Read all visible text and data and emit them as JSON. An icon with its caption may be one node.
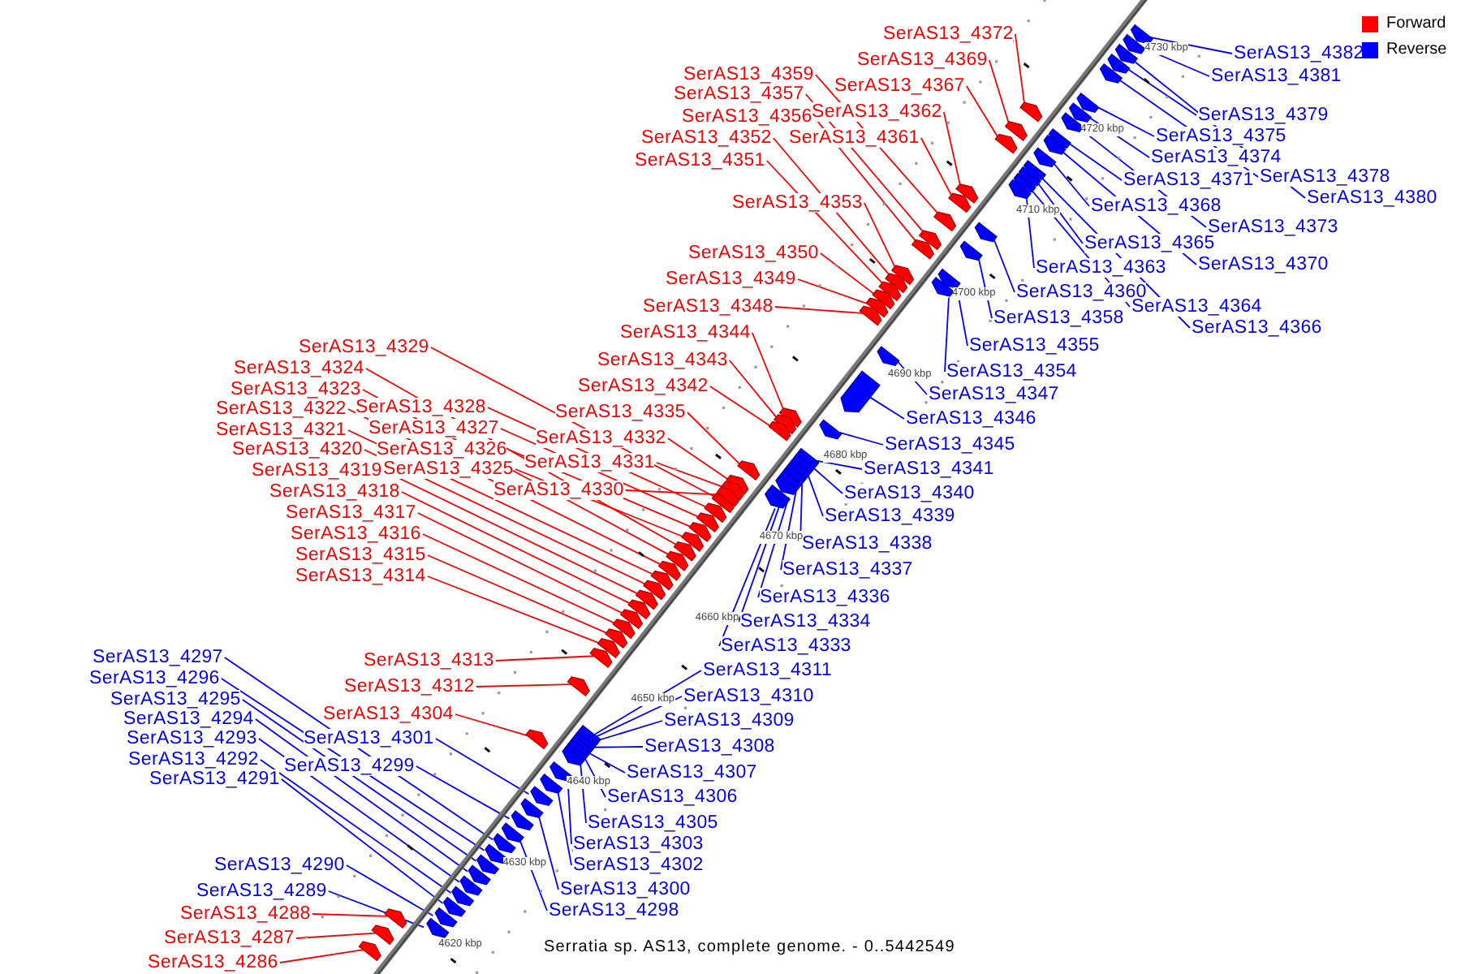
{
  "diagram": {
    "caption": "Serratia sp. AS13, complete genome. - 0..5442549",
    "nodes": [
      {
        "text": [
          "SerAS13_4372"
        ]
      },
      {
        "text": [
          "SerAS13_4369"
        ]
      },
      {
        "text": [
          "SerAS13_4367"
        ]
      },
      {
        "text": [
          "SerAS13_4359"
        ]
      },
      {
        "text": [
          "SerAS13_4357"
        ]
      },
      {
        "text": [
          "SerAS13_4356"
        ]
      },
      {
        "text": [
          "SerAS13_4362"
        ]
      },
      {
        "text": [
          "SerAS13_4352"
        ]
      },
      {
        "text": [
          "SerAS13_4361"
        ]
      },
      {
        "text": [
          "SerAS13_4351"
        ]
      },
      {
        "text": [
          "SerAS13_4353"
        ]
      },
      {
        "text": [
          "SerAS13_4350"
        ]
      },
      {
        "text": [
          "SerAS13_4349"
        ]
      },
      {
        "text": [
          "SerAS13_4348"
        ]
      },
      {
        "text": [
          "SerAS13_4344"
        ]
      },
      {
        "text": [
          "SerAS13_4343"
        ]
      },
      {
        "text": [
          "SerAS13_4342"
        ]
      },
      {
        "text": [
          "SerAS13_4335"
        ]
      },
      {
        "text": [
          "SerAS13_4329"
        ]
      },
      {
        "text": [
          "SerAS13_4324"
        ]
      },
      {
        "text": [
          "SerAS13_4323"
        ]
      },
      {
        "text": [
          "SerAS13_4322"
        ]
      },
      {
        "text": [
          "SerAS13_4321"
        ]
      },
      {
        "text": [
          "SerAS13_4320"
        ]
      },
      {
        "text": [
          "SerAS13_4319"
        ]
      },
      {
        "text": [
          "SerAS13_4318"
        ]
      },
      {
        "text": [
          "SerAS13_4317"
        ]
      },
      {
        "text": [
          "SerAS13_4316"
        ]
      },
      {
        "text": [
          "SerAS13_4315"
        ]
      },
      {
        "text": [
          "SerAS13_4314"
        ]
      },
      {
        "text": [
          "SerAS13_4328"
        ]
      },
      {
        "text": [
          "SerAS13_4327"
        ]
      },
      {
        "text": [
          "SerAS13_4326"
        ]
      },
      {
        "text": [
          "SerAS13_4325"
        ]
      },
      {
        "text": [
          "SerAS13_4332"
        ]
      },
      {
        "text": [
          "SerAS13_4331"
        ]
      },
      {
        "text": [
          "SerAS13_4330"
        ]
      },
      {
        "text": [
          "SerAS13_4313"
        ]
      },
      {
        "text": [
          "SerAS13_4312"
        ]
      },
      {
        "text": [
          "SerAS13_4304"
        ]
      },
      {
        "text": [
          "SerAS13_4288"
        ]
      },
      {
        "text": [
          "SerAS13_4287"
        ]
      },
      {
        "text": [
          "SerAS13_4286"
        ]
      },
      {
        "text": [
          "SerAS13_4382"
        ]
      },
      {
        "text": [
          "SerAS13_4381"
        ]
      },
      {
        "text": [
          "SerAS13_4379"
        ]
      },
      {
        "text": [
          "SerAS13_4375"
        ]
      },
      {
        "text": [
          "SerAS13_4374"
        ]
      },
      {
        "text": [
          "SerAS13_4378"
        ]
      },
      {
        "text": [
          "SerAS13_4380"
        ]
      },
      {
        "text": [
          "SerAS13_4371"
        ]
      },
      {
        "text": [
          "SerAS13_4368"
        ]
      },
      {
        "text": [
          "SerAS13_4373"
        ]
      },
      {
        "text": [
          "SerAS13_4365"
        ]
      },
      {
        "text": [
          "SerAS13_4370"
        ]
      },
      {
        "text": [
          "SerAS13_4363"
        ]
      },
      {
        "text": [
          "SerAS13_4360"
        ]
      },
      {
        "text": [
          "SerAS13_4364"
        ]
      },
      {
        "text": [
          "SerAS13_4358"
        ]
      },
      {
        "text": [
          "SerAS13_4366"
        ]
      },
      {
        "text": [
          "SerAS13_4355"
        ]
      },
      {
        "text": [
          "SerAS13_4354"
        ]
      },
      {
        "text": [
          "SerAS13_4347"
        ]
      },
      {
        "text": [
          "SerAS13_4346"
        ]
      },
      {
        "text": [
          "SerAS13_4345"
        ]
      },
      {
        "text": [
          "SerAS13_4341"
        ]
      },
      {
        "text": [
          "SerAS13_4340"
        ]
      },
      {
        "text": [
          "SerAS13_4339"
        ]
      },
      {
        "text": [
          "SerAS13_4338"
        ]
      },
      {
        "text": [
          "SerAS13_4337"
        ]
      },
      {
        "text": [
          "SerAS13_4336"
        ]
      },
      {
        "text": [
          "SerAS13_4334"
        ]
      },
      {
        "text": [
          "SerAS13_4333"
        ]
      },
      {
        "text": [
          "SerAS13_4311"
        ]
      },
      {
        "text": [
          "SerAS13_4310"
        ]
      },
      {
        "text": [
          "SerAS13_4309"
        ]
      },
      {
        "text": [
          "SerAS13_4308"
        ]
      },
      {
        "text": [
          "SerAS13_4307"
        ]
      },
      {
        "text": [
          "SerAS13_4306"
        ]
      },
      {
        "text": [
          "SerAS13_4305"
        ]
      },
      {
        "text": [
          "SerAS13_4303"
        ]
      },
      {
        "text": [
          "SerAS13_4302"
        ]
      },
      {
        "text": [
          "SerAS13_4300"
        ]
      },
      {
        "text": [
          "SerAS13_4298"
        ]
      },
      {
        "text": [
          "SerAS13_4297"
        ]
      },
      {
        "text": [
          "SerAS13_4296"
        ]
      },
      {
        "text": [
          "SerAS13_4295"
        ]
      },
      {
        "text": [
          "SerAS13_4294"
        ]
      },
      {
        "text": [
          "SerAS13_4293"
        ]
      },
      {
        "text": [
          "SerAS13_4292"
        ]
      },
      {
        "text": [
          "SerAS13_4291"
        ]
      },
      {
        "text": [
          "SerAS13_4301"
        ]
      },
      {
        "text": [
          "SerAS13_4299"
        ]
      },
      {
        "text": [
          "SerAS13_4290"
        ]
      },
      {
        "text": [
          "SerAS13_4289"
        ]
      },
      {
        "text": [],
        "shape": "arrow"
      },
      {
        "text": [],
        "shape": "arrow"
      },
      {
        "text": [],
        "shape": "arrow"
      },
      {
        "text": [],
        "shape": "arrow"
      },
      {
        "text": [],
        "shape": "arrow"
      },
      {
        "text": [],
        "shape": "arrow"
      },
      {
        "text": [],
        "shape": "arrow"
      },
      {
        "text": [],
        "shape": "arrow"
      },
      {
        "text": [],
        "shape": "arrow"
      },
      {
        "text": [],
        "shape": "arrow"
      },
      {
        "text": [],
        "shape": "arrow"
      },
      {
        "text": [],
        "shape": "arrow"
      },
      {
        "text": [],
        "shape": "arrow"
      },
      {
        "text": [],
        "shape": "arrow"
      },
      {
        "text": [],
        "shape": "arrow"
      },
      {
        "text": [],
        "shape": "arrow"
      },
      {
        "text": [],
        "shape": "arrow"
      },
      {
        "text": [],
        "shape": "arrow"
      },
      {
        "text": [],
        "shape": "arrow"
      },
      {
        "text": [],
        "shape": "arrow"
      },
      {
        "text": [],
        "shape": "arrow"
      },
      {
        "text": [],
        "shape": "arrow"
      },
      {
        "text": [],
        "shape": "arrow"
      },
      {
        "text": [],
        "shape": "arrow"
      },
      {
        "text": [],
        "shape": "arrow"
      },
      {
        "text": [],
        "shape": "arrow"
      },
      {
        "text": [],
        "shape": "arrow"
      },
      {
        "text": [],
        "shape": "arrow"
      },
      {
        "text": [],
        "shape": "arrow"
      },
      {
        "text": [],
        "shape": "arrow"
      },
      {
        "text": [],
        "shape": "arrow"
      },
      {
        "text": [],
        "shape": "arrow"
      },
      {
        "text": [],
        "shape": "arrow"
      },
      {
        "text": [],
        "shape": "arrow"
      },
      {
        "text": [],
        "shape": "arrow"
      },
      {
        "text": [],
        "shape": "arrow"
      },
      {
        "text": [],
        "shape": "arrow"
      },
      {
        "text": [],
        "shape": "arrow"
      },
      {
        "text": [],
        "shape": "arrow"
      },
      {
        "text": [],
        "shape": "arrow"
      },
      {
        "text": [],
        "shape": "arrow"
      },
      {
        "text": [],
        "shape": "arrow"
      },
      {
        "text": [],
        "shape": "arrow"
      },
      {
        "text": [],
        "shape": "arrow"
      },
      {
        "text": [],
        "shape": "arrow"
      },
      {
        "text": [],
        "shape": "arrow"
      },
      {
        "text": [],
        "shape": "arrow"
      },
      {
        "text": [],
        "shape": "arrow"
      },
      {
        "text": [],
        "shape": "arrow"
      },
      {
        "text": [],
        "shape": "arrow"
      },
      {
        "text": [],
        "shape": "arrow"
      },
      {
        "text": [],
        "shape": "arrow"
      },
      {
        "text": [],
        "shape": "arrow"
      },
      {
        "text": [],
        "shape": "arrow"
      },
      {
        "text": [],
        "shape": "arrow"
      },
      {
        "text": [],
        "shape": "arrow"
      },
      {
        "text": [],
        "shape": "arrow"
      },
      {
        "text": [],
        "shape": "arrow"
      },
      {
        "text": [],
        "shape": "arrow"
      },
      {
        "text": [],
        "shape": "arrow"
      },
      {
        "text": [],
        "shape": "arrow"
      },
      {
        "text": [],
        "shape": "arrow"
      },
      {
        "text": [],
        "shape": "arrow"
      },
      {
        "text": [],
        "shape": "arrow"
      },
      {
        "text": [],
        "shape": "arrow"
      },
      {
        "text": [],
        "shape": "arrow"
      },
      {
        "text": [],
        "shape": "arrow"
      },
      {
        "text": [],
        "shape": "arrow"
      },
      {
        "text": [],
        "shape": "arrow"
      },
      {
        "text": [],
        "shape": "arrow"
      },
      {
        "text": [],
        "shape": "arrow"
      },
      {
        "text": [],
        "shape": "arrow"
      },
      {
        "text": [],
        "shape": "arrow"
      },
      {
        "text": [],
        "shape": "arrow"
      },
      {
        "text": [],
        "shape": "arrow"
      },
      {
        "text": [],
        "shape": "arrow"
      },
      {
        "text": [],
        "shape": "arrow"
      },
      {
        "text": [],
        "shape": "arrow"
      },
      {
        "text": [],
        "shape": "arrow"
      },
      {
        "text": [],
        "shape": "arrow"
      },
      {
        "text": [],
        "shape": "arrow"
      },
      {
        "text": [],
        "shape": "arrow"
      },
      {
        "text": [],
        "shape": "arrow"
      },
      {
        "text": [],
        "shape": "arrow"
      },
      {
        "text": [],
        "shape": "arrow"
      },
      {
        "text": [],
        "shape": "arrow"
      },
      {
        "text": [],
        "shape": "arrow"
      },
      {
        "text": [],
        "shape": "arrow"
      },
      {
        "text": [],
        "shape": "arrow"
      },
      {
        "text": [],
        "shape": "arrow"
      },
      {
        "text": [],
        "shape": "arrow"
      },
      {
        "text": [],
        "shape": "arrow"
      },
      {
        "text": [],
        "shape": "arrow"
      },
      {
        "text": [],
        "shape": "arrow"
      },
      {
        "text": [],
        "shape": "arrow"
      }
    ],
    "edges": [
      {
        "from": 0,
        "to": 95,
        "arrow": "none",
        "color": "#ff0000"
      },
      {
        "from": 1,
        "to": 96,
        "arrow": "none",
        "color": "#ff0000"
      },
      {
        "from": 2,
        "to": 97,
        "arrow": "none",
        "color": "#ff0000"
      },
      {
        "from": 3,
        "to": 98,
        "arrow": "none",
        "color": "#ff0000"
      },
      {
        "from": 4,
        "to": 99,
        "arrow": "none",
        "color": "#ff0000"
      },
      {
        "from": 5,
        "to": 100,
        "arrow": "none",
        "color": "#ff0000"
      },
      {
        "from": 6,
        "to": 101,
        "arrow": "none",
        "color": "#ff0000"
      },
      {
        "from": 7,
        "to": 102,
        "arrow": "none",
        "color": "#ff0000"
      },
      {
        "from": 8,
        "to": 103,
        "arrow": "none",
        "color": "#ff0000"
      },
      {
        "from": 9,
        "to": 104,
        "arrow": "none",
        "color": "#ff0000"
      },
      {
        "from": 10,
        "to": 105,
        "arrow": "none",
        "color": "#ff0000"
      },
      {
        "from": 11,
        "to": 106,
        "arrow": "none",
        "color": "#ff0000"
      },
      {
        "from": 12,
        "to": 107,
        "arrow": "none",
        "color": "#ff0000"
      },
      {
        "from": 13,
        "to": 108,
        "arrow": "none",
        "color": "#ff0000"
      },
      {
        "from": 14,
        "to": 109,
        "arrow": "none",
        "color": "#ff0000"
      },
      {
        "from": 15,
        "to": 110,
        "arrow": "none",
        "color": "#ff0000"
      },
      {
        "from": 16,
        "to": 111,
        "arrow": "none",
        "color": "#ff0000"
      },
      {
        "from": 17,
        "to": 112,
        "arrow": "none",
        "color": "#ff0000"
      },
      {
        "from": 18,
        "to": 113,
        "arrow": "none",
        "color": "#ff0000"
      },
      {
        "from": 19,
        "to": 114,
        "arrow": "none",
        "color": "#ff0000"
      },
      {
        "from": 20,
        "to": 115,
        "arrow": "none",
        "color": "#ff0000"
      },
      {
        "from": 21,
        "to": 116,
        "arrow": "none",
        "color": "#ff0000"
      },
      {
        "from": 22,
        "to": 117,
        "arrow": "none",
        "color": "#ff0000"
      },
      {
        "from": 23,
        "to": 118,
        "arrow": "none",
        "color": "#ff0000"
      },
      {
        "from": 24,
        "to": 119,
        "arrow": "none",
        "color": "#ff0000"
      },
      {
        "from": 25,
        "to": 120,
        "arrow": "none",
        "color": "#ff0000"
      },
      {
        "from": 26,
        "to": 121,
        "arrow": "none",
        "color": "#ff0000"
      },
      {
        "from": 27,
        "to": 122,
        "arrow": "none",
        "color": "#ff0000"
      },
      {
        "from": 28,
        "to": 123,
        "arrow": "none",
        "color": "#ff0000"
      },
      {
        "from": 29,
        "to": 124,
        "arrow": "none",
        "color": "#ff0000"
      },
      {
        "from": 30,
        "to": 125,
        "arrow": "none",
        "color": "#ff0000"
      },
      {
        "from": 31,
        "to": 126,
        "arrow": "none",
        "color": "#ff0000"
      },
      {
        "from": 32,
        "to": 127,
        "arrow": "none",
        "color": "#ff0000"
      },
      {
        "from": 33,
        "to": 128,
        "arrow": "none",
        "color": "#ff0000"
      },
      {
        "from": 34,
        "to": 129,
        "arrow": "none",
        "color": "#ff0000"
      },
      {
        "from": 35,
        "to": 130,
        "arrow": "none",
        "color": "#ff0000"
      },
      {
        "from": 36,
        "to": 131,
        "arrow": "none",
        "color": "#ff0000"
      },
      {
        "from": 37,
        "to": 132,
        "arrow": "none",
        "color": "#ff0000"
      },
      {
        "from": 38,
        "to": 133,
        "arrow": "none",
        "color": "#ff0000"
      },
      {
        "from": 39,
        "to": 134,
        "arrow": "none",
        "color": "#ff0000"
      },
      {
        "from": 40,
        "to": 135,
        "arrow": "none",
        "color": "#ff0000"
      },
      {
        "from": 41,
        "to": 136,
        "arrow": "none",
        "color": "#ff0000"
      },
      {
        "from": 42,
        "to": 137,
        "arrow": "none",
        "color": "#ff0000"
      },
      {
        "from": 43,
        "to": 138,
        "arrow": "none"
      },
      {
        "from": 44,
        "to": 139,
        "arrow": "none"
      },
      {
        "from": 45,
        "to": 140,
        "arrow": "none"
      },
      {
        "from": 46,
        "to": 141,
        "arrow": "none"
      },
      {
        "from": 47,
        "to": 142,
        "arrow": "none"
      },
      {
        "from": 48,
        "to": 143,
        "arrow": "none"
      },
      {
        "from": 49,
        "to": 144,
        "arrow": "none"
      },
      {
        "from": 50,
        "to": 145,
        "arrow": "none"
      },
      {
        "from": 51,
        "to": 146,
        "arrow": "none"
      },
      {
        "from": 52,
        "to": 147,
        "arrow": "none"
      },
      {
        "from": 53,
        "to": 148,
        "arrow": "none"
      },
      {
        "from": 54,
        "to": 149,
        "arrow": "none"
      },
      {
        "from": 55,
        "to": 150,
        "arrow": "none"
      },
      {
        "from": 56,
        "to": 151,
        "arrow": "none"
      },
      {
        "from": 57,
        "to": 152,
        "arrow": "none"
      },
      {
        "from": 58,
        "to": 153,
        "arrow": "none"
      },
      {
        "from": 59,
        "to": 154,
        "arrow": "none"
      },
      {
        "from": 60,
        "to": 155,
        "arrow": "none"
      },
      {
        "from": 61,
        "to": 156,
        "arrow": "none"
      },
      {
        "from": 62,
        "to": 157,
        "arrow": "none"
      },
      {
        "from": 63,
        "to": 158,
        "arrow": "none"
      },
      {
        "from": 64,
        "to": 159,
        "arrow": "none"
      },
      {
        "from": 65,
        "to": 160,
        "arrow": "none"
      },
      {
        "from": 66,
        "to": 161,
        "arrow": "none"
      },
      {
        "from": 67,
        "to": 162,
        "arrow": "none"
      },
      {
        "from": 68,
        "to": 163,
        "arrow": "none"
      },
      {
        "from": 69,
        "to": 164,
        "arrow": "none"
      },
      {
        "from": 70,
        "to": 165,
        "arrow": "none"
      },
      {
        "from": 71,
        "to": 166,
        "arrow": "none"
      },
      {
        "from": 72,
        "to": 167,
        "arrow": "none"
      },
      {
        "from": 73,
        "to": 168,
        "arrow": "none"
      },
      {
        "from": 74,
        "to": 169,
        "arrow": "none"
      },
      {
        "from": 75,
        "to": 170,
        "arrow": "none"
      },
      {
        "from": 76,
        "to": 171,
        "arrow": "none"
      },
      {
        "from": 77,
        "to": 172,
        "arrow": "none"
      },
      {
        "from": 78,
        "to": 173,
        "arrow": "none"
      },
      {
        "from": 79,
        "to": 174,
        "arrow": "none"
      },
      {
        "from": 80,
        "to": 175,
        "arrow": "none"
      },
      {
        "from": 81,
        "to": 176,
        "arrow": "none"
      },
      {
        "from": 82,
        "to": 177,
        "arrow": "none"
      },
      {
        "from": 83,
        "to": 178,
        "arrow": "none"
      },
      {
        "from": 84,
        "to": 179,
        "arrow": "none"
      },
      {
        "from": 85,
        "to": 180,
        "arrow": "none"
      },
      {
        "from": 86,
        "to": 181,
        "arrow": "none"
      },
      {
        "from": 87,
        "to": 182,
        "arrow": "none"
      },
      {
        "from": 88,
        "to": 183,
        "arrow": "none"
      },
      {
        "from": 89,
        "to": 184,
        "arrow": "none"
      },
      {
        "from": 90,
        "to": 185,
        "arrow": "none"
      },
      {
        "from": 91,
        "to": 186,
        "arrow": "none"
      },
      {
        "from": 92,
        "to": 187,
        "arrow": "none"
      },
      {
        "from": 93,
        "to": 188,
        "arrow": "none"
      },
      {
        "from": 94,
        "to": 189,
        "arrow": "none"
      }
    ],
    "labels": [
      "4730 kbp",
      "4720 kbp",
      "4710 kbp",
      "4700 kbp",
      "4690 kbp",
      "4680 kbp",
      "4670 kbp",
      "4660 kbp",
      "4650 kbp",
      "4640 kbp",
      "4630 kbp",
      "4620 kbp"
    ],
    "legend": [
      {
        "text": "Forward",
        "color": "#ff0000"
      },
      {
        "text": "Reverse",
        "color": "#0000ff"
      }
    ]
  }
}
